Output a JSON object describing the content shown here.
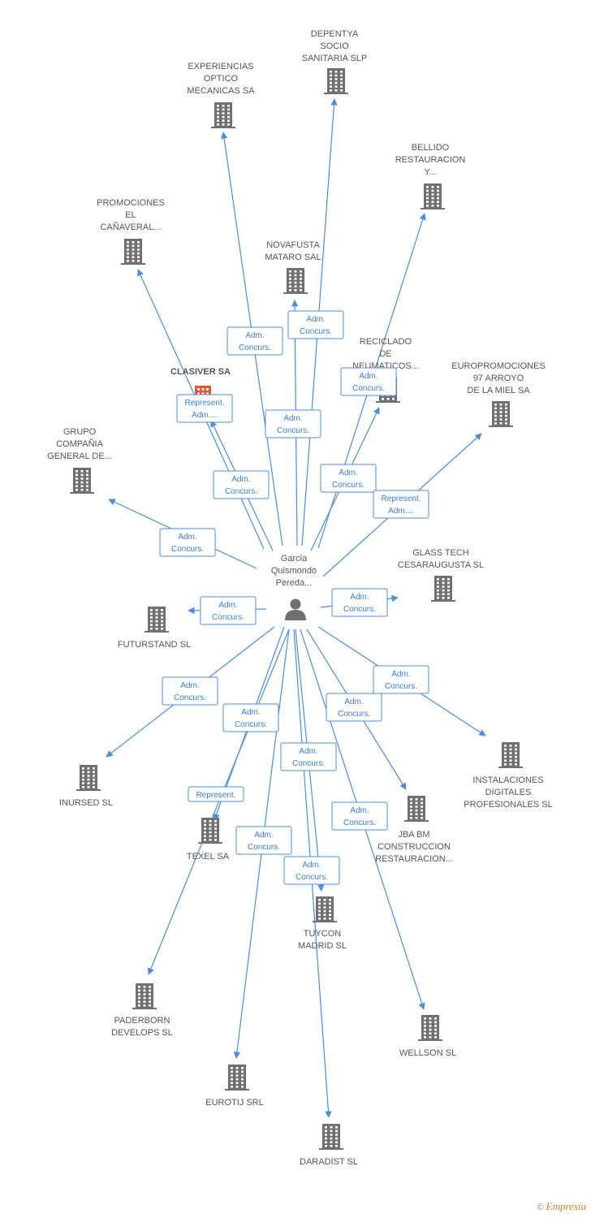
{
  "center": {
    "label_lines": [
      "Garcia",
      "Quismondo",
      "Pereda..."
    ],
    "icon": "person-icon"
  },
  "colors": {
    "edge": "#4a8ee0",
    "building": "#707070",
    "highlight": "#e8542f"
  },
  "companies": [
    {
      "id": "depentya",
      "lines": [
        "DEPENTYA",
        "SOCIO",
        "SANITARIA SLP"
      ],
      "icon": "building-icon"
    },
    {
      "id": "experiencias",
      "lines": [
        "EXPERIENCIAS",
        "OPTICO",
        "MECANICAS SA"
      ],
      "icon": "building-icon"
    },
    {
      "id": "bellido",
      "lines": [
        "BELLIDO",
        "RESTAURACION",
        "Y..."
      ],
      "icon": "building-icon"
    },
    {
      "id": "promociones",
      "lines": [
        "PROMOCIONES",
        "EL",
        "CAÑAVERAL..."
      ],
      "icon": "building-icon"
    },
    {
      "id": "novafusta",
      "lines": [
        "NOVAFUSTA",
        "MATARO SAL"
      ],
      "icon": "building-icon"
    },
    {
      "id": "reciclado",
      "lines": [
        "RECICLADO",
        "DE",
        "NEUMATICOS..."
      ],
      "icon": "building-icon"
    },
    {
      "id": "clasiver",
      "lines": [
        "CLASIVER SA"
      ],
      "icon": "building-icon",
      "highlight": true
    },
    {
      "id": "europromociones",
      "lines": [
        "EUROPROMOCIONES",
        "97 ARROYO",
        "DE LA MIEL SA"
      ],
      "icon": "building-icon"
    },
    {
      "id": "grupo",
      "lines": [
        "GRUPO",
        "COMPAÑIA",
        "GENERAL DE..."
      ],
      "icon": "building-icon"
    },
    {
      "id": "glasstech",
      "lines": [
        "GLASS TECH",
        "CESARAUGUSTA SL"
      ],
      "icon": "building-icon"
    },
    {
      "id": "futurstand",
      "lines": [
        "FUTURSTAND SL"
      ],
      "icon": "building-icon"
    },
    {
      "id": "instalaciones",
      "lines": [
        "INSTALACIONES",
        "DIGITALES",
        "PROFESIONALES SL"
      ],
      "icon": "building-icon"
    },
    {
      "id": "inursed",
      "lines": [
        "INURSED SL"
      ],
      "icon": "building-icon"
    },
    {
      "id": "jbabm",
      "lines": [
        "JBA BM",
        "CONSTRUCCION",
        "RESTAURACION..."
      ],
      "icon": "building-icon"
    },
    {
      "id": "texel",
      "lines": [
        "TEXEL SA"
      ],
      "icon": "building-icon"
    },
    {
      "id": "tuycon",
      "lines": [
        "TUYCON",
        "MADRID SL"
      ],
      "icon": "building-icon"
    },
    {
      "id": "paderborn",
      "lines": [
        "PADERBORN",
        "DEVELOPS SL"
      ],
      "icon": "building-icon"
    },
    {
      "id": "wellson",
      "lines": [
        "WELLSON SL"
      ],
      "icon": "building-icon"
    },
    {
      "id": "eurotij",
      "lines": [
        "EUROTIJ SRL"
      ],
      "icon": "building-icon"
    },
    {
      "id": "daradist",
      "lines": [
        "DARADIST SL"
      ],
      "icon": "building-icon"
    }
  ],
  "edges": [
    {
      "to": "depentya",
      "lines": [
        "Adm.",
        "Concurs."
      ]
    },
    {
      "to": "experiencias",
      "lines": [
        "Adm.",
        "Concurs."
      ]
    },
    {
      "to": "bellido",
      "lines": [
        "Adm.",
        "Concurs."
      ]
    },
    {
      "to": "promociones",
      "lines": [
        "Represent.",
        "Adm...."
      ]
    },
    {
      "to": "novafusta",
      "lines": [
        "Adm.",
        "Concurs."
      ]
    },
    {
      "to": "reciclado",
      "lines": [
        "Adm.",
        "Concurs."
      ]
    },
    {
      "to": "clasiver",
      "lines": [
        "Adm.",
        "Concurs."
      ]
    },
    {
      "to": "europromociones",
      "lines": [
        "Represent.",
        "Adm...."
      ]
    },
    {
      "to": "grupo",
      "lines": [
        "Adm.",
        "Concurs."
      ]
    },
    {
      "to": "glasstech",
      "lines": [
        "Adm.",
        "Concurs."
      ]
    },
    {
      "to": "futurstand",
      "lines": [
        "Adm.",
        "Concurs."
      ]
    },
    {
      "to": "instalaciones",
      "lines": [
        "Adm.",
        "Concurs."
      ]
    },
    {
      "to": "inursed",
      "lines": [
        "Adm.",
        "Concurs."
      ]
    },
    {
      "to": "jbabm",
      "lines": [
        "Adm.",
        "Concurs."
      ]
    },
    {
      "to": "texel",
      "lines": [
        "Adm.",
        "Concurs."
      ]
    },
    {
      "to": "tuycon",
      "lines": [
        "Adm.",
        "Concurs."
      ]
    },
    {
      "to": "paderborn",
      "lines": [
        "Represent."
      ]
    },
    {
      "to": "wellson",
      "lines": [
        "Adm.",
        "Concurs."
      ]
    },
    {
      "to": "eurotij",
      "lines": [
        "Adm.",
        "Concurs."
      ]
    },
    {
      "to": "daradist",
      "lines": [
        "Adm.",
        "Concurs."
      ]
    }
  ],
  "footer": {
    "copyright": "©",
    "brand": "Empresia"
  }
}
